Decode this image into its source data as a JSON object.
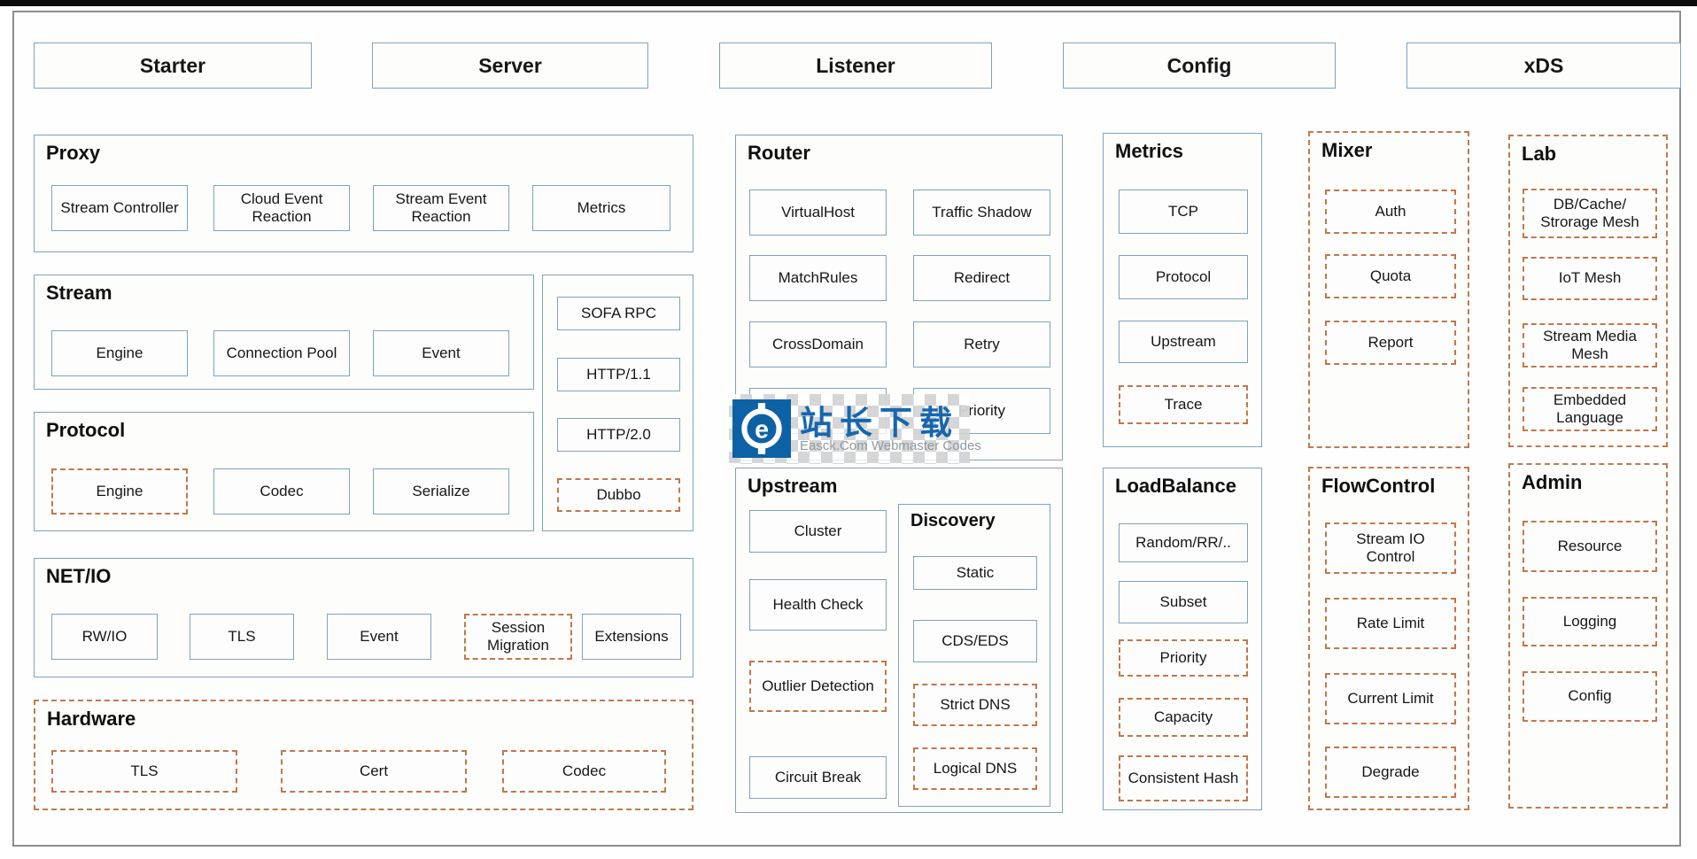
{
  "colors": {
    "solid_border": "#7fa3bb",
    "dashed_border": "#c0784a",
    "frame_border": "#8d8d8d",
    "text": "#161616",
    "watermark_blue": "#0d62a6",
    "watermark_text_blue": "#1767ae",
    "watermark_subtext_gray": "#8e99a1"
  },
  "headers": [
    "Starter",
    "Server",
    "Listener",
    "Config",
    "xDS"
  ],
  "sections": {
    "proxy": {
      "title": "Proxy",
      "items": [
        "Stream Controller",
        "Cloud Event Reaction",
        "Stream Event Reaction",
        "Metrics"
      ]
    },
    "stream": {
      "title": "Stream",
      "items": [
        "Engine",
        "Connection Pool",
        "Event"
      ]
    },
    "protocol_stack": {
      "items": [
        "SOFA RPC",
        "HTTP/1.1",
        "HTTP/2.0",
        "Dubbo"
      ]
    },
    "protocol": {
      "title": "Protocol",
      "items": [
        "Engine",
        "Codec",
        "Serialize"
      ]
    },
    "netio": {
      "title": "NET/IO",
      "items": [
        "RW/IO",
        "TLS",
        "Event",
        "Session Migration",
        "Extensions"
      ]
    },
    "hardware": {
      "title": "Hardware",
      "items": [
        "TLS",
        "Cert",
        "Codec"
      ]
    },
    "router": {
      "title": "Router",
      "items": [
        "VirtualHost",
        "Traffic Shadow",
        "MatchRules",
        "Redirect",
        "CrossDomain",
        "Retry",
        "",
        "Priority"
      ]
    },
    "upstream": {
      "title": "Upstream",
      "items": [
        "Cluster",
        "Health Check",
        "Outlier Detection",
        "Circuit Break"
      ]
    },
    "discovery": {
      "title": "Discovery",
      "items": [
        "Static",
        "CDS/EDS",
        "Strict DNS",
        "Logical DNS"
      ]
    },
    "metrics": {
      "title": "Metrics",
      "items": [
        "TCP",
        "Protocol",
        "Upstream",
        "Trace"
      ]
    },
    "loadbalance": {
      "title": "LoadBalance",
      "items": [
        "Random/RR/..",
        "Subset",
        "Priority",
        "Capacity",
        "Consistent Hash"
      ]
    },
    "mixer": {
      "title": "Mixer",
      "items": [
        "Auth",
        "Quota",
        "Report"
      ]
    },
    "flowcontrol": {
      "title": "FlowControl",
      "items": [
        "Stream IO Control",
        "Rate Limit",
        "Current Limit",
        "Degrade"
      ]
    },
    "lab": {
      "title": "Lab",
      "items": [
        "DB/Cache/ Strorage Mesh",
        "IoT Mesh",
        "Stream Media Mesh",
        "Embedded Language"
      ]
    },
    "admin": {
      "title": "Admin",
      "items": [
        "Resource",
        "Logging",
        "Config"
      ]
    }
  },
  "watermark": {
    "title": "站长下载",
    "subtitle": "Easck.Com Webmaster Codes"
  }
}
